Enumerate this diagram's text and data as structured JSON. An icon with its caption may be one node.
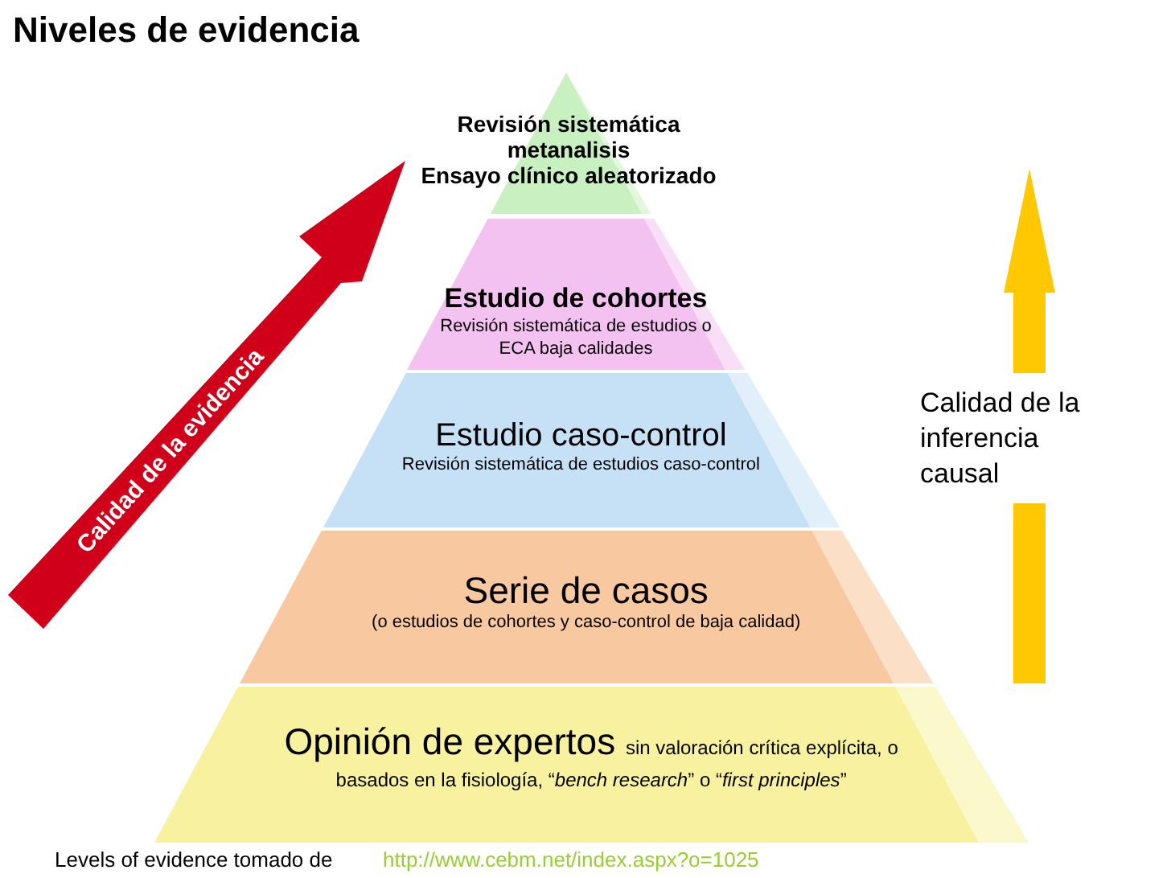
{
  "diagram": {
    "title": "Niveles de evidencia",
    "nodes": [
      {
        "text": [
          "Revisión sistemática",
          "metanalisis",
          "Ensayo clínico aleatorizado"
        ]
      },
      {
        "text": [
          "Estudio de cohortes",
          "Revisión sistemática de estudios o ECA baja calidades"
        ]
      },
      {
        "text": [
          "Estudio caso-control",
          "Revisión sistemática de estudios caso-control"
        ]
      },
      {
        "text": [
          "Serie de casos",
          "(o estudios de cohortes y caso-control de baja calidad)"
        ]
      },
      {
        "text": [
          "Opinión de expertos",
          "sin valoración crítica explícita, o basados en la fisiología, “*bench research*” o “*first principles*”"
        ]
      }
    ],
    "labels": [
      "Calidad de la evidencia",
      "Calidad de la inferencia causal",
      "Levels of evidence tomado de",
      "http://www.cebm.net/index.aspx?o=1025"
    ]
  }
}
